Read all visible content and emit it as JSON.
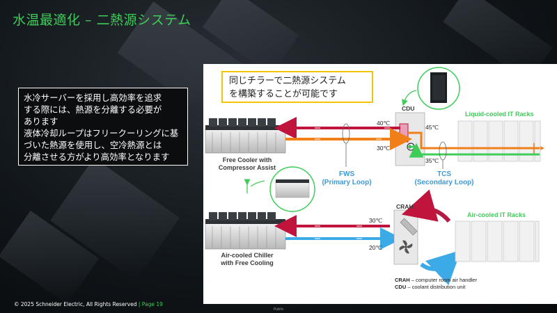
{
  "slide": {
    "title": "水温最適化 – 二熱源システム",
    "description_lines": [
      "水冷サーバーを採用し高効率を追求",
      "する際には、熱源を分離する必要が",
      "あります",
      "液体冷却ループはフリークーリングに基",
      "づいた熱源を使用し、空冷熱源とは",
      "分離させる方がより高効率となります"
    ],
    "footer": {
      "copyright": "© 2025 Schneider Electric, All Rights Reserved",
      "separator": "|",
      "page": "Page 19"
    },
    "classification": "Public"
  },
  "diagram": {
    "callout_lines": [
      "同じチラーで二熱源システム",
      "を構築することが可能です"
    ],
    "cdu_label": "CDU",
    "crah_label": "CRAH",
    "free_cooler_label": [
      "Free Cooler with",
      "Compressor Assist"
    ],
    "chiller_label": [
      "Air-cooled Chiller",
      "with Free Cooling"
    ],
    "fws_label": [
      "FWS",
      "(Primary Loop)"
    ],
    "tcs_label": [
      "TCS",
      "(Secondary Loop)"
    ],
    "liquid_racks_label": "Liquid-cooled IT Racks",
    "air_racks_label": "Air-cooled IT Racks",
    "temps": {
      "fws_return": "40℃",
      "fws_supply": "30℃",
      "tcs_hot": "45℃",
      "tcs_cold": "35℃",
      "air_return": "30℃",
      "air_supply": "20℃"
    },
    "legend": [
      {
        "abbr": "CRAH",
        "desc": " – computer room air handler"
      },
      {
        "abbr": "CDU",
        "desc": " – coolant distribution unit"
      }
    ],
    "colors": {
      "accent_green": "#3dcd58",
      "hot_red": "#c0143c",
      "warm_orange": "#f07f1a",
      "cool_blue": "#3daae8",
      "callout_border": "#f5c400"
    }
  }
}
